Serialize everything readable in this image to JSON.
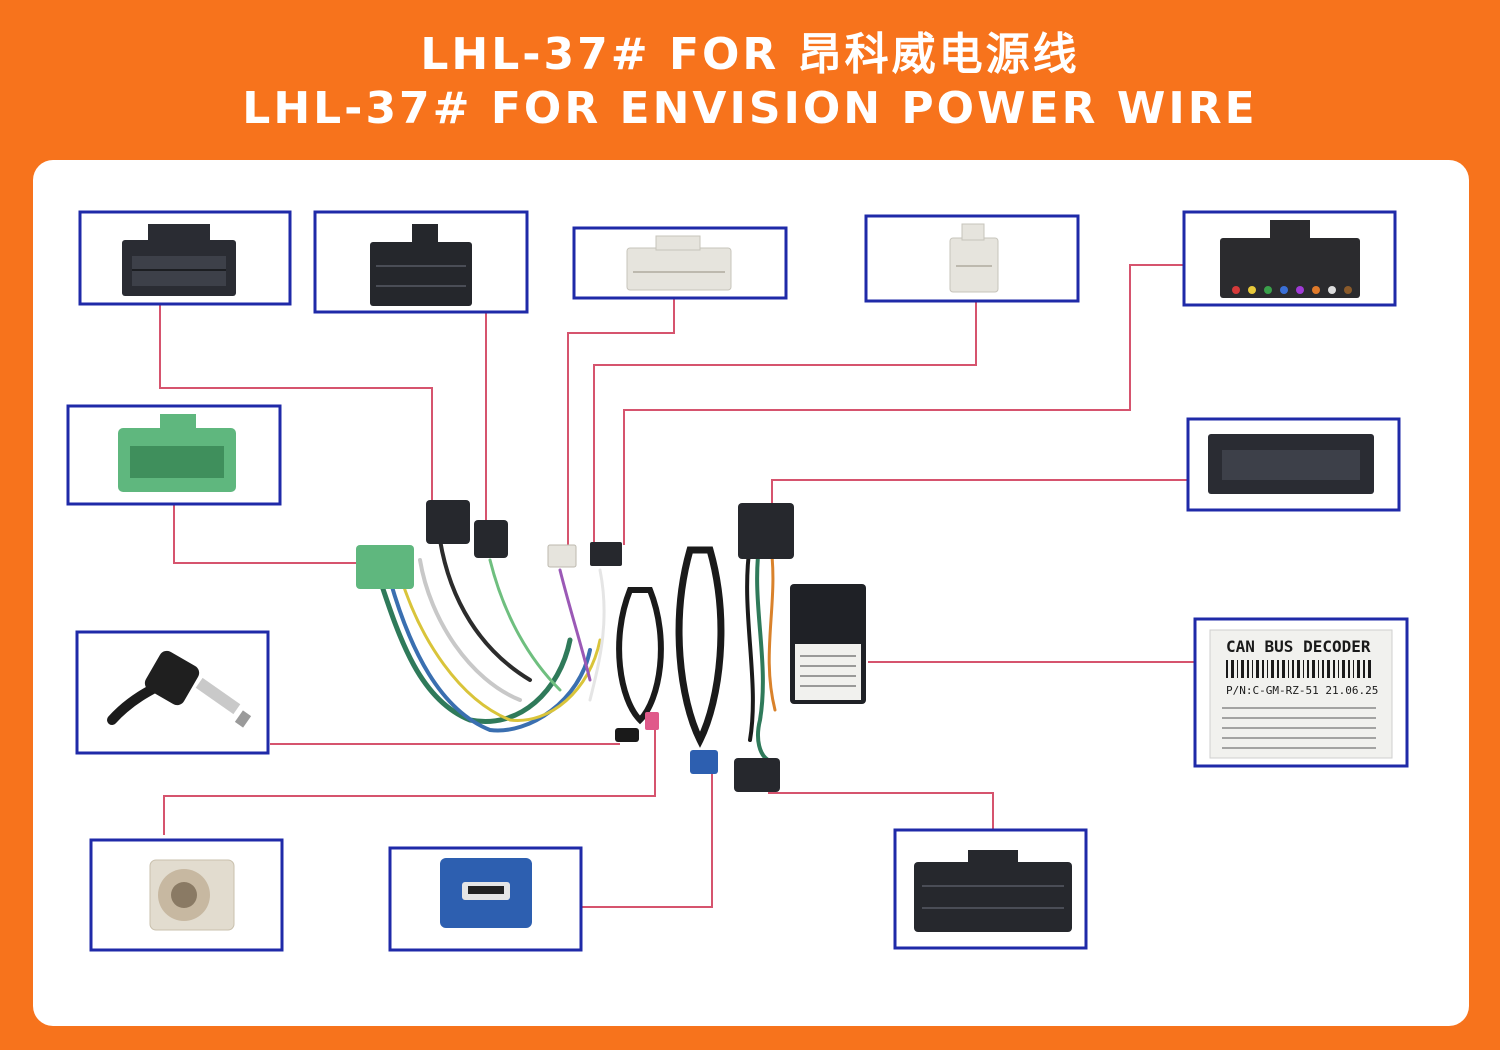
{
  "header": {
    "title_cn": "LHL-37# FOR 昂科威电源线",
    "title_en": "LHL-37# FOR ENVISION POWER WIRE"
  },
  "colors": {
    "background": "#f7731c",
    "panel": "#ffffff",
    "box_border": "#1f2aa8",
    "leader_line": "#d6546e"
  },
  "decoder_label": {
    "heading": "CAN BUS DECODER",
    "part_number": "P/N:C-GM-RZ-51   21.06.25"
  },
  "connectors": [
    {
      "id": "black-connector-a",
      "icon": "black-multi-pin-connector"
    },
    {
      "id": "black-connector-b",
      "icon": "black-double-row-connector"
    },
    {
      "id": "white-connector-a",
      "icon": "white-multi-pin-connector"
    },
    {
      "id": "white-connector-b",
      "icon": "white-small-connector"
    },
    {
      "id": "iso-connector",
      "icon": "iso-multi-color-connector"
    },
    {
      "id": "green-connector",
      "icon": "green-multi-pin-connector"
    },
    {
      "id": "black-connector-c",
      "icon": "black-slim-connector"
    },
    {
      "id": "antenna-plug",
      "icon": "radio-antenna-plug"
    },
    {
      "id": "decoder-box",
      "icon": "can-bus-decoder-label"
    },
    {
      "id": "fakra-plug",
      "icon": "fakra-antenna-plug"
    },
    {
      "id": "usb-connector",
      "icon": "blue-mini-usb-connector"
    },
    {
      "id": "black-connector-d",
      "icon": "black-large-connector"
    }
  ]
}
